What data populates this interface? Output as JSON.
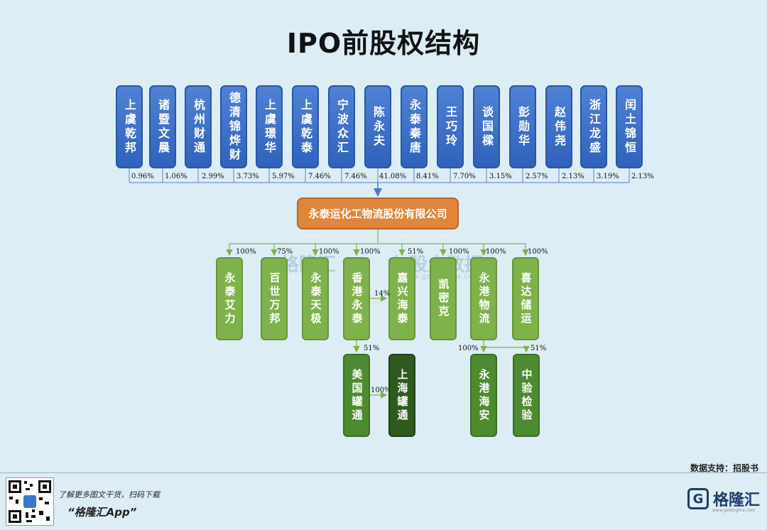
{
  "title": "IPO前股权结构",
  "shareholders": [
    {
      "name": "上虞乾邦",
      "pct": "0.96%"
    },
    {
      "name": "诸暨文晨",
      "pct": "1.06%"
    },
    {
      "name": "杭州财通",
      "pct": "2.99%"
    },
    {
      "name": "德清锦烨财",
      "pct": "3.73%"
    },
    {
      "name": "上虞璟华",
      "pct": "5.97%"
    },
    {
      "name": "上虞乾泰",
      "pct": "7.46%"
    },
    {
      "name": "宁波众汇",
      "pct": "7.46%"
    },
    {
      "name": "陈永夫",
      "pct": "41.08%"
    },
    {
      "name": "永泰秦唐",
      "pct": "8.41%"
    },
    {
      "name": "王巧玲",
      "pct": "7.70%"
    },
    {
      "name": "谈国樑",
      "pct": "3.15%"
    },
    {
      "name": "彭勋华",
      "pct": "2.57%"
    },
    {
      "name": "赵伟尧",
      "pct": "2.13%"
    },
    {
      "name": "浙江龙盛",
      "pct": "3.19%"
    },
    {
      "name": "闰土锦恒",
      "pct": "2.13%"
    }
  ],
  "company": "永泰运化工物流股份有限公司",
  "subsidiaries": [
    {
      "name": "永泰艾力",
      "pct": "100%"
    },
    {
      "name": "百世万邦",
      "pct": "75%"
    },
    {
      "name": "永泰天极",
      "pct": "100%"
    },
    {
      "name": "香港永泰",
      "pct": "100%"
    },
    {
      "name": "嘉兴海泰",
      "pct": "51%"
    },
    {
      "name": "凯密克",
      "pct": "100%"
    },
    {
      "name": "永港物流",
      "pct": "100%"
    },
    {
      "name": "喜达储运",
      "pct": "100%"
    }
  ],
  "cross_link_pct": "14%",
  "second_level": [
    {
      "name": "美国罐通",
      "pct": "51%"
    },
    {
      "name": "上海罐通",
      "pct": "100%"
    },
    {
      "name": "永港海安",
      "pct": "100%"
    },
    {
      "name": "中验检验",
      "pct": "51%"
    }
  ],
  "watermark": {
    "a": "格隆汇",
    "b": "勾股大数据",
    "url": "www.gogudata.com"
  },
  "source": "数据支持：招股书",
  "footer": {
    "line1": "了解更多图文干货，扫码下载",
    "line2": "“格隆汇App”",
    "logo_text": "格隆汇",
    "logo_url": "www.gelonghui.com"
  }
}
